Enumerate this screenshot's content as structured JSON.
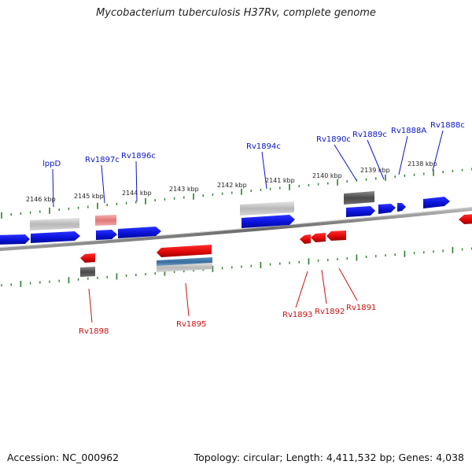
{
  "title": "Mycobacterium tuberculosis H37Rv, complete genome",
  "footer": {
    "accession": "Accession: NC_000962",
    "topology": "Topology: circular; Length: 4,411,532 bp; Genes: 4,038"
  },
  "colors": {
    "plus_strand": "#1018e6",
    "minus_strand": "#e01010",
    "plus_label": "#0b16c8",
    "minus_label": "#cc1010",
    "tick_major": "#2a7d2a",
    "backbone": "#777777"
  },
  "ticks": [
    "2146 kbp",
    "2145 kbp",
    "2144 kbp",
    "2143 kbp",
    "2142 kbp",
    "2141 kbp",
    "2140 kbp",
    "2139 kbp",
    "2138 kbp"
  ],
  "plus_labels": [
    "lppD",
    "Rv1897c",
    "Rv1896c",
    "Rv1894c",
    "Rv1890c",
    "Rv1889c",
    "Rv1888A",
    "Rv1888c"
  ],
  "minus_labels": [
    "Rv1898",
    "Rv1895",
    "Rv1893",
    "Rv1892",
    "Rv1891"
  ]
}
